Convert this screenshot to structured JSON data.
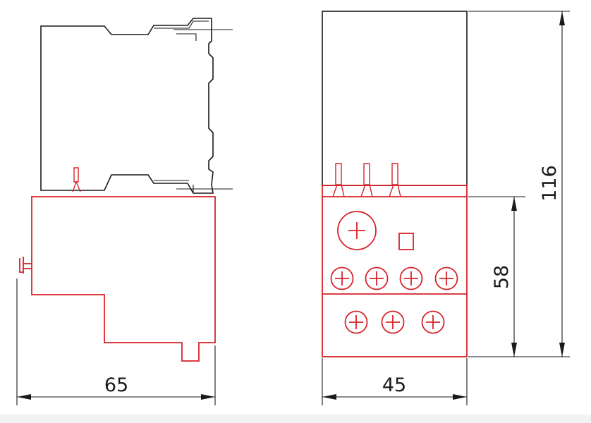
{
  "colors": {
    "outline": "#1a1a1a",
    "relay": "#d8232a",
    "background": "#ffffff"
  },
  "dimensions": {
    "side_width": "65",
    "front_width": "45",
    "relay_height": "58",
    "total_height": "116"
  }
}
